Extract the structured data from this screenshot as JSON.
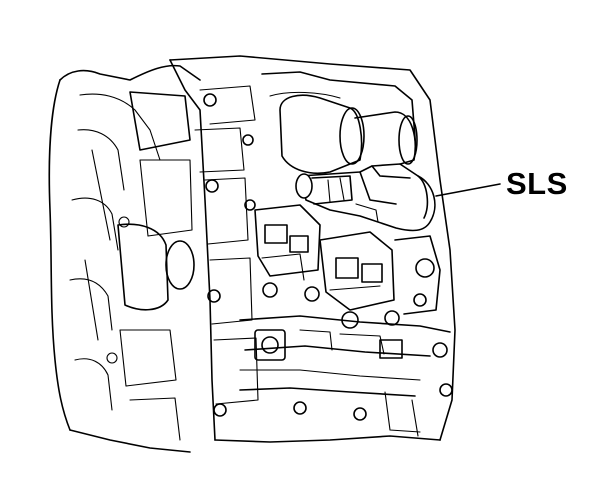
{
  "callout": {
    "label": "SLS"
  },
  "parts": {
    "housing": "transmission-housing",
    "valve_body": "valve-body",
    "solenoid": "shift-solenoid-valve-sls"
  }
}
